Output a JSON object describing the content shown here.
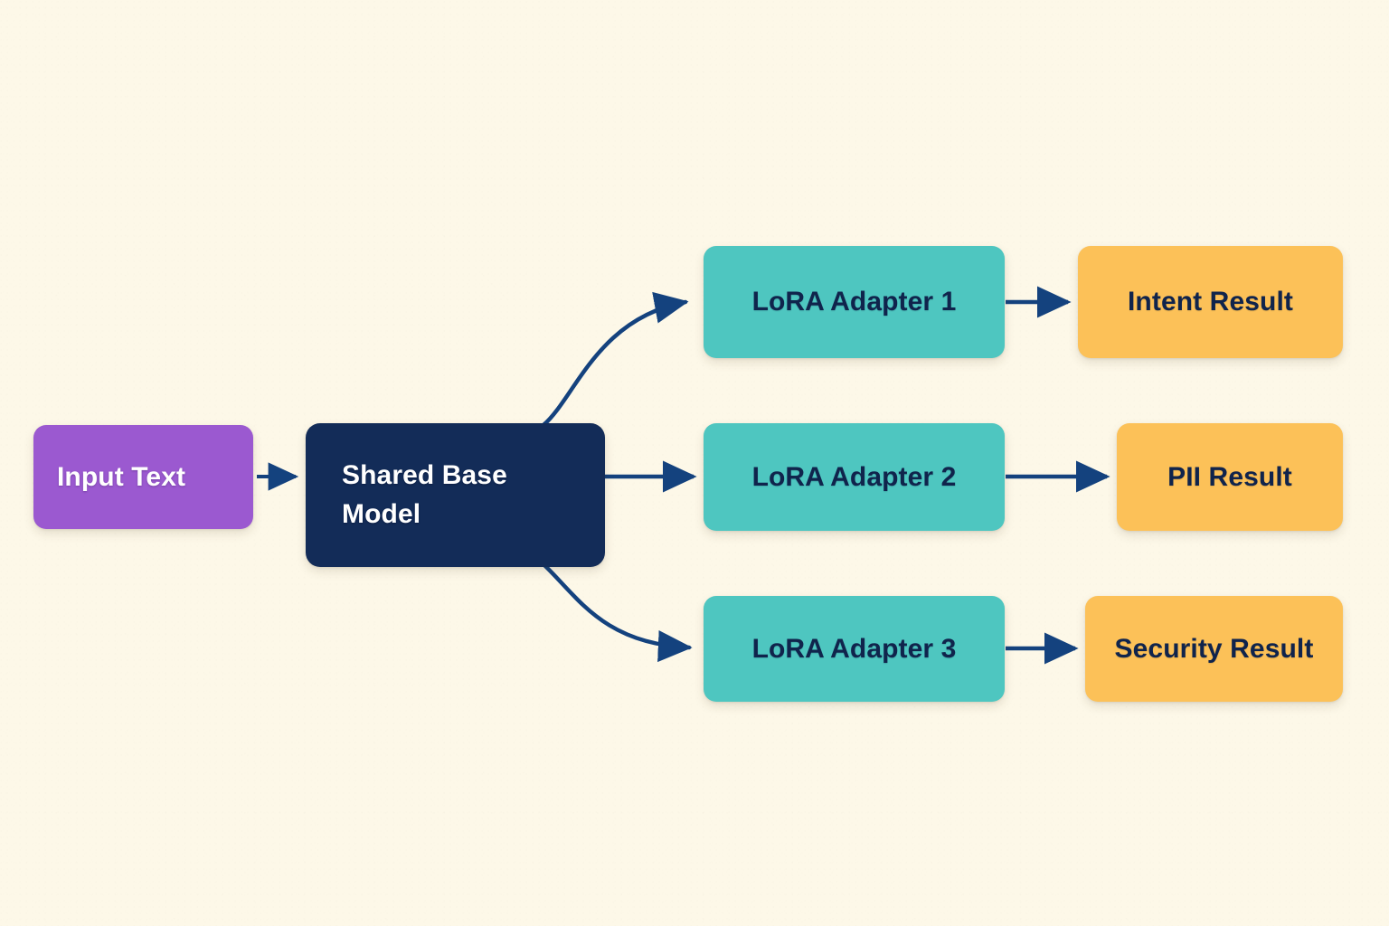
{
  "diagram": {
    "type": "flow-diagram",
    "background_color": "#fdf8e8",
    "edge_color": "#14427e",
    "nodes": {
      "input": {
        "label": "Input Text",
        "color": "#9b59d0",
        "text_color": "#ffffff"
      },
      "base": {
        "label": "Shared Base\nModel",
        "color": "#132c58",
        "text_color": "#ffffff"
      },
      "adapter1": {
        "label": "LoRA Adapter 1",
        "color": "#4ec6c0",
        "text_color": "#10244c"
      },
      "adapter2": {
        "label": "LoRA Adapter 2",
        "color": "#4ec6c0",
        "text_color": "#10244c"
      },
      "adapter3": {
        "label": "LoRA Adapter 3",
        "color": "#4ec6c0",
        "text_color": "#10244c"
      },
      "result1": {
        "label": "Intent Result",
        "color": "#fcc158",
        "text_color": "#10244c"
      },
      "result2": {
        "label": "PII Result",
        "color": "#fcc158",
        "text_color": "#10244c"
      },
      "result3": {
        "label": "Security Result",
        "color": "#fcc158",
        "text_color": "#10244c"
      }
    },
    "edges": [
      {
        "from": "input",
        "to": "base",
        "style": "straight"
      },
      {
        "from": "base",
        "to": "adapter1",
        "style": "curved"
      },
      {
        "from": "base",
        "to": "adapter2",
        "style": "straight"
      },
      {
        "from": "base",
        "to": "adapter3",
        "style": "curved"
      },
      {
        "from": "adapter1",
        "to": "result1",
        "style": "straight"
      },
      {
        "from": "adapter2",
        "to": "result2",
        "style": "straight"
      },
      {
        "from": "adapter3",
        "to": "result3",
        "style": "straight"
      }
    ]
  }
}
